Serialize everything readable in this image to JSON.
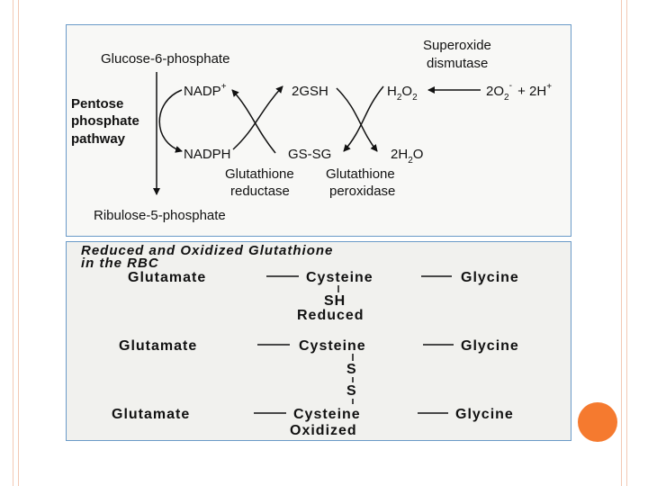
{
  "colors": {
    "accent": "#f57a2f",
    "frame": "#6a9ac8",
    "deco_line": "#f3c9b4"
  },
  "pathway": {
    "g6p": "Glucose-6-phosphate",
    "pentose_1": "Pentose",
    "pentose_2": "phosphate",
    "pentose_3": "pathway",
    "r5p": "Ribulose-5-phosphate",
    "nadp": "NADP",
    "nadp_sup": "+",
    "nadph": "NADPH",
    "gsh": "2GSH",
    "gssg": "GS-SG",
    "reductase_1": "Glutathione",
    "reductase_2": "reductase",
    "peroxidase_1": "Glutathione",
    "peroxidase_2": "peroxidase",
    "sod_1": "Superoxide",
    "sod_2": "dismutase",
    "h2o2_h": "H",
    "h2o2_2a": "2",
    "h2o2_o": "O",
    "h2o2_2b": "2",
    "o2_prefix": "2O",
    "o2_sub": "2",
    "o2_sup": "-",
    "plus_h": "+ 2H",
    "h_sup": "+",
    "h2o_prefix": "2H",
    "h2o_sub": "2",
    "h2o_suffix": "O"
  },
  "structure": {
    "title_1": "Reduced and Oxidized Glutathione",
    "title_2": "in the RBC",
    "row1": {
      "left": "Glutamate",
      "mid": "Cysteine",
      "right": "Glycine"
    },
    "sh": "SH",
    "reduced": "Reduced",
    "row2": {
      "left": "Glutamate",
      "mid": "Cysteine",
      "right": "Glycine"
    },
    "s1": "S",
    "s2": "S",
    "row3": {
      "left": "Glutamate",
      "mid": "Cysteine",
      "right": "Glycine"
    },
    "oxidized": "Oxidized"
  }
}
